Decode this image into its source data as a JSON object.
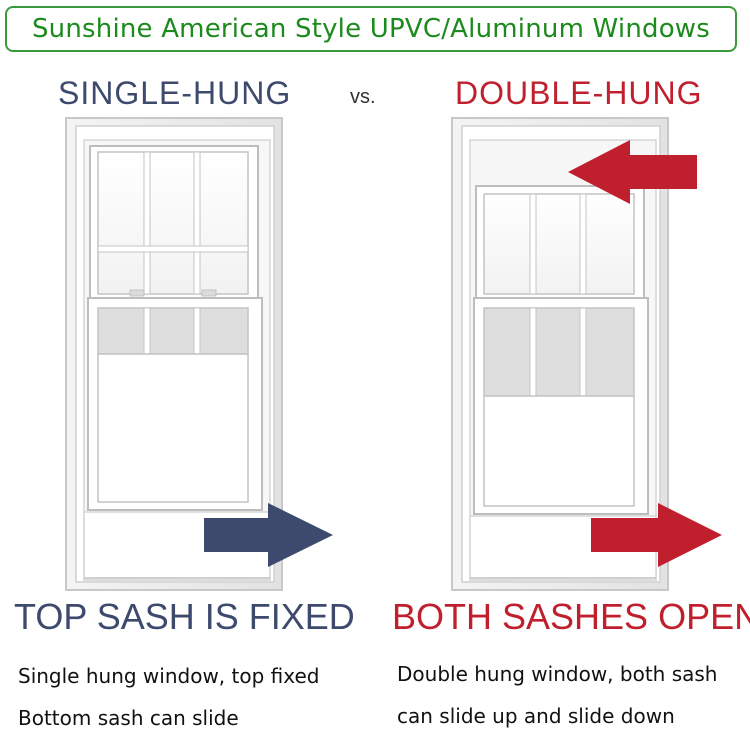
{
  "banner": {
    "title": "Sunshine American Style UPVC/Aluminum Windows"
  },
  "headings": {
    "single": "SINGLE-HUNG",
    "vs": "vs.",
    "double": "DOUBLE-HUNG"
  },
  "captions": {
    "single": "TOP SASH IS FIXED",
    "double": "BOTH SASHES OPEN"
  },
  "descriptions": {
    "single_line1": "Single hung window, top fixed",
    "single_line2": "Bottom sash can slide",
    "double_line1": "Double hung window, both sash",
    "double_line2": "can slide up and slide down"
  },
  "colors": {
    "banner_green": "#1c8a1c",
    "single_navy": "#3d4a6e",
    "double_red": "#c0202e"
  },
  "icons": {
    "single_arrow": "arrow-right-icon",
    "double_arrow_top": "arrow-left-icon",
    "double_arrow_bottom": "arrow-right-icon"
  }
}
